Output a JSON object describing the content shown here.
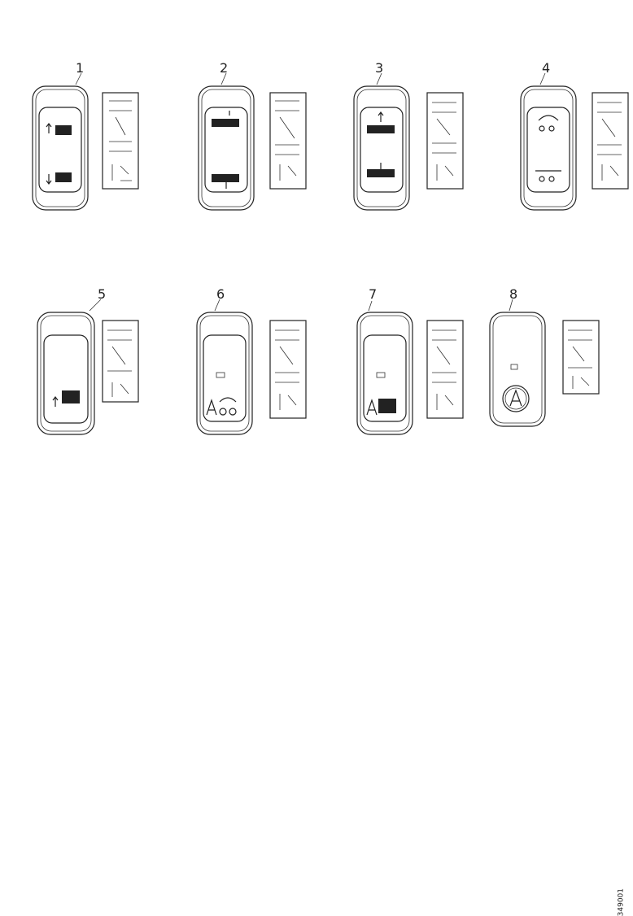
{
  "switches": [
    {
      "callout": "1",
      "symbol": "truck-up-down"
    },
    {
      "callout": "2",
      "symbol": "bus-side-arrows"
    },
    {
      "callout": "3",
      "symbol": "bus-side-arrows-alt"
    },
    {
      "callout": "4",
      "symbol": "axle-lift"
    },
    {
      "callout": "5",
      "symbol": "truck-single"
    },
    {
      "callout": "6",
      "symbol": "auto-axle"
    },
    {
      "callout": "7",
      "symbol": "auto-truck"
    },
    {
      "callout": "8",
      "symbol": "auto-circle"
    }
  ],
  "reference": "349001"
}
